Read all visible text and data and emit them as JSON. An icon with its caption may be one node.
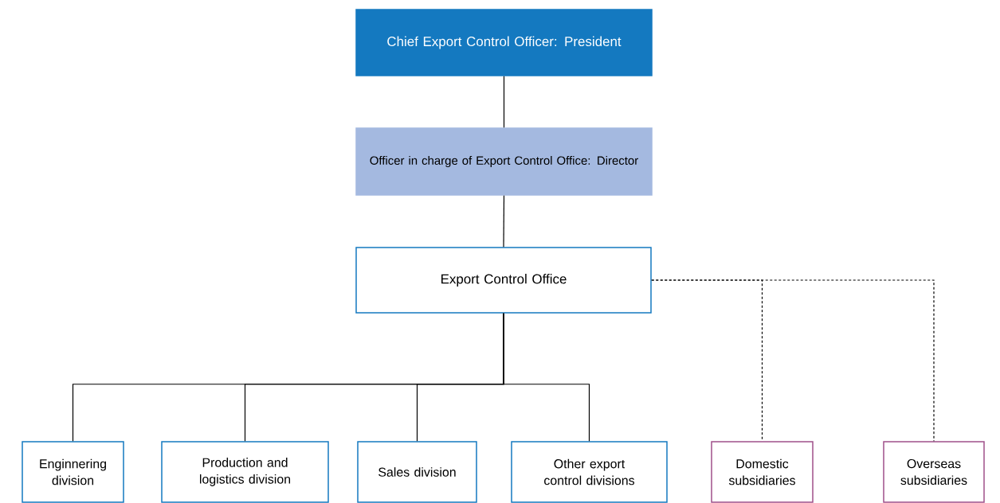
{
  "diagram": {
    "nodes": [
      {
        "text": [
          "Chief Export Control Officer: President"
        ]
      },
      {
        "text": [
          "Officer in charge of Export Control Office: Director"
        ]
      },
      {
        "text": [
          "Export Control Office"
        ]
      },
      {
        "text": [
          "Enginnering division"
        ]
      },
      {
        "text": [
          "Production and logistics division"
        ]
      },
      {
        "text": [
          "Sales division"
        ]
      },
      {
        "text": [
          "Other export control divisions"
        ]
      },
      {
        "text": [
          "Domestic subsidiaries"
        ]
      },
      {
        "text": [
          "Overseas subsidiaries"
        ]
      }
    ],
    "edges": [
      {
        "from": 0,
        "to": 1,
        "arrow": "none"
      },
      {
        "from": 1,
        "to": 2,
        "arrow": "none"
      },
      {
        "from": 2,
        "to": 3,
        "arrow": "none"
      },
      {
        "from": 2,
        "to": 4,
        "arrow": "none"
      },
      {
        "from": 2,
        "to": 5,
        "arrow": "none"
      },
      {
        "from": 2,
        "to": 6,
        "arrow": "none"
      },
      {
        "from": 2,
        "to": 7,
        "arrow": "none",
        "style": "dashed"
      },
      {
        "from": 2,
        "to": 8,
        "arrow": "none",
        "style": "dashed"
      }
    ]
  }
}
